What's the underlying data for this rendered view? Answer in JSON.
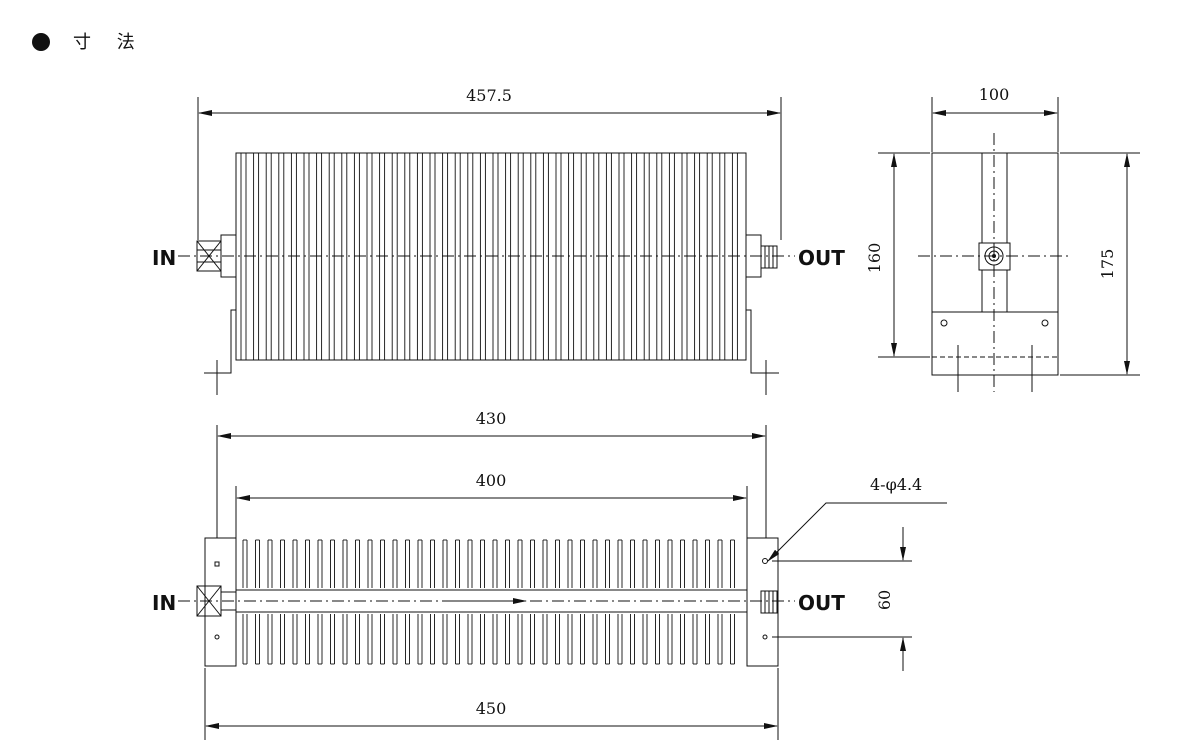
{
  "heading": {
    "bullet_icon": "filled-circle",
    "text": "寸 法"
  },
  "side_view": {
    "overall_length": "457.5",
    "port_in": "IN",
    "port_out": "OUT"
  },
  "end_view": {
    "width": "100",
    "body_height": "160",
    "overall_height": "175"
  },
  "top_view": {
    "mount_span": "430",
    "fin_length": "400",
    "overall_length": "450",
    "hole_note": "4-φ4.4",
    "hole_pitch": "60",
    "port_in": "IN",
    "port_out": "OUT"
  }
}
